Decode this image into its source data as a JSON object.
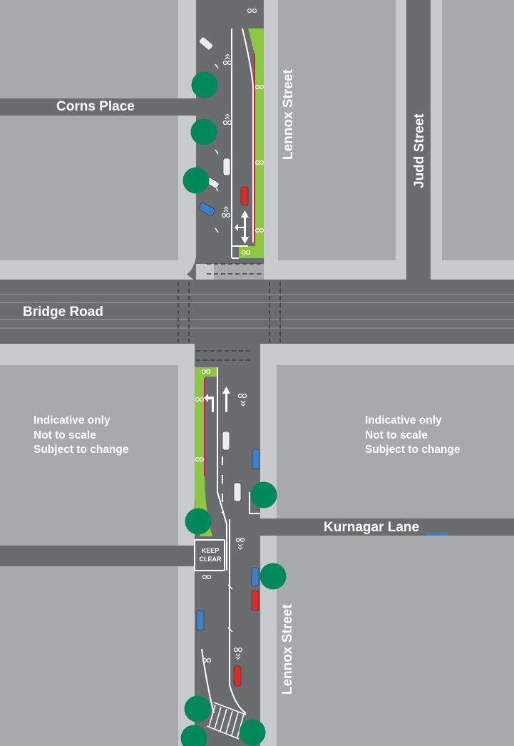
{
  "streets": {
    "corns_place": "Corns Place",
    "lennox_street_north": "Lennox Street",
    "judd_street": "Judd Street",
    "bridge_road": "Bridge Road",
    "kurnagar_lane": "Kurnagar Lane",
    "lennox_street_south": "Lennox Street"
  },
  "disclaimer_left": [
    "Indicative only",
    "Not to scale",
    "Subject to change"
  ],
  "disclaimer_right": [
    "Indicative only",
    "Not to scale",
    "Subject to change"
  ],
  "keep_clear": [
    "KEEP",
    "CLEAR"
  ],
  "colors": {
    "block": "#a7a9ac",
    "footpath": "#c9cacb",
    "road": "#6b6c6e",
    "bike_lane": "#8dc63f",
    "separator": "#d6185a",
    "tree": "#00875a",
    "car_red": "#d92c2c",
    "car_blue": "#3d7fc9",
    "car_white": "#ececec"
  },
  "icons": [
    "tree-icon",
    "car-icon",
    "bicycle-icon",
    "turn-arrow-icon",
    "chevron-icon"
  ]
}
